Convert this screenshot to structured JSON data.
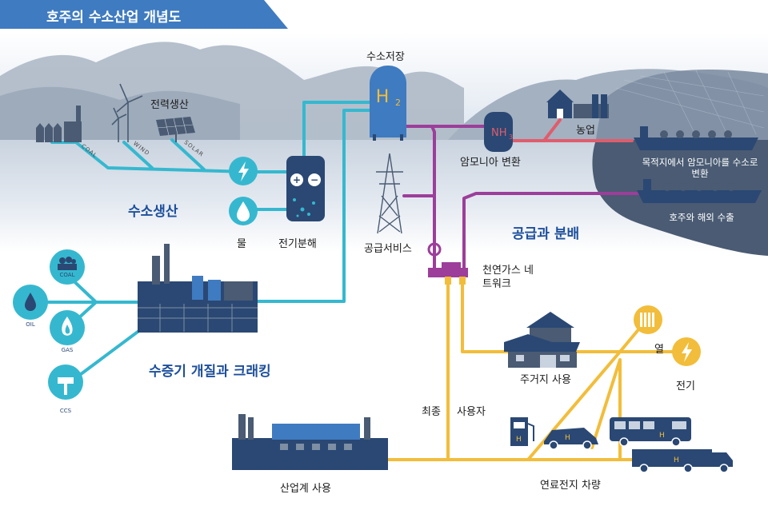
{
  "title": "호주의 수소산업 개념도",
  "colors": {
    "production_line": "#35b8cf",
    "storage_line": "#9c3e9a",
    "ammonia_line": "#e05d6c",
    "enduse_line": "#f2bd3a",
    "section_blue": "#1d4f9c",
    "banner": "#3f7bc0"
  },
  "labels": {
    "storage": "수소저장",
    "h2": "H2",
    "power_gen": "전력생산",
    "ammonia_conv": "암모니아 변환",
    "nh3": "NH3",
    "farm": "농업",
    "dest_conversion": "목적지에서 암모니아를 수소로 변환",
    "export": "호주와 해외 수출",
    "h2_production": "수소생산",
    "water": "물",
    "electrolysis": "전기분해",
    "supply_service": "공급서비스",
    "supply_distribution": "공급과 분배",
    "gas_network": "천연가스 네트워크",
    "steam_reforming": "수증기 개질과 크래킹",
    "heat": "열",
    "electricity": "전기",
    "residential": "주거지 사용",
    "end_user": "최종 사용자",
    "industrial": "산업계 사용",
    "fuel_cell_vehicles": "연료전지 차량"
  },
  "small_labels": {
    "coal_line": "COAL",
    "wind_line": "WIND",
    "solar_line": "SOLAR",
    "coal": "COAL",
    "oil": "OIL",
    "gas": "GAS",
    "ccs": "CCS"
  },
  "icons": [
    "factory-icon",
    "wind-turbine-icon",
    "solar-panel-icon",
    "lightning-icon",
    "water-drop-icon",
    "electrolyser-icon",
    "hydrogen-tank-icon",
    "pylon-icon",
    "ammonia-tank-icon",
    "farm-barn-icon",
    "ship-icon",
    "coal-icon",
    "oil-icon",
    "gas-icon",
    "ccs-icon",
    "refinery-icon",
    "valve-icon",
    "house-icon",
    "radiator-icon",
    "fuel-pump-icon",
    "car-icon",
    "bus-icon",
    "truck-icon",
    "industrial-plant-icon"
  ]
}
